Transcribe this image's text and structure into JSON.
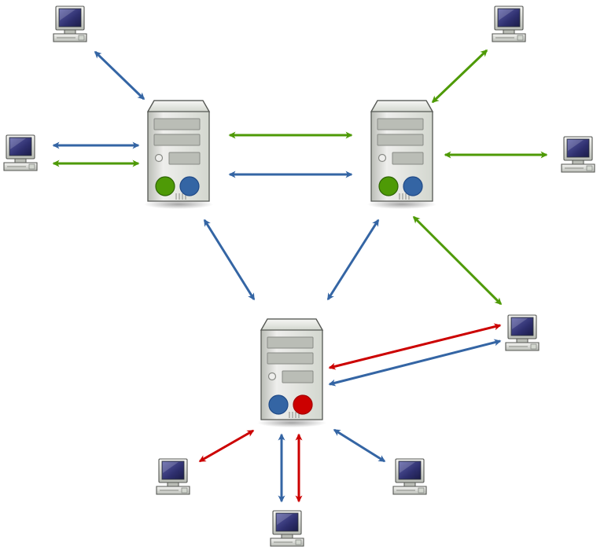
{
  "colors": {
    "blue_link": "#3465a4",
    "green_link": "#4e9a06",
    "red_link": "#cc0000",
    "background": "#ffffff",
    "server_case": "#d3d7cf",
    "screen": "#2e2f6e"
  },
  "icons": {
    "server": "server-icon",
    "workstation": "computer-icon",
    "status_light_green": "green-status-light",
    "status_light_blue": "blue-status-light",
    "status_light_red": "red-status-light"
  },
  "servers": [
    {
      "id": "server-left",
      "lights": [
        "green",
        "blue"
      ]
    },
    {
      "id": "server-right",
      "lights": [
        "green",
        "blue"
      ]
    },
    {
      "id": "server-bottom",
      "lights": [
        "blue",
        "red"
      ]
    }
  ],
  "computers": [
    "computer-top-left",
    "computer-left",
    "computer-top-right",
    "computer-right",
    "computer-mid-right",
    "computer-bottom-left",
    "computer-bottom",
    "computer-bottom-right"
  ],
  "links": [
    {
      "from": "computer-top-left",
      "to": "server-left",
      "color": "blue"
    },
    {
      "from": "computer-left",
      "to": "server-left",
      "color": "blue"
    },
    {
      "from": "computer-left",
      "to": "server-left",
      "color": "green"
    },
    {
      "from": "server-left",
      "to": "server-right",
      "color": "green"
    },
    {
      "from": "server-left",
      "to": "server-right",
      "color": "blue"
    },
    {
      "from": "computer-top-right",
      "to": "server-right",
      "color": "green"
    },
    {
      "from": "computer-right",
      "to": "server-right",
      "color": "green"
    },
    {
      "from": "server-left",
      "to": "server-bottom",
      "color": "blue"
    },
    {
      "from": "server-right",
      "to": "server-bottom",
      "color": "blue"
    },
    {
      "from": "server-right",
      "to": "computer-mid-right",
      "color": "green"
    },
    {
      "from": "computer-mid-right",
      "to": "server-bottom",
      "color": "red"
    },
    {
      "from": "computer-mid-right",
      "to": "server-bottom",
      "color": "blue"
    },
    {
      "from": "server-bottom",
      "to": "computer-bottom-left",
      "color": "red"
    },
    {
      "from": "server-bottom",
      "to": "computer-bottom",
      "color": "blue"
    },
    {
      "from": "server-bottom",
      "to": "computer-bottom",
      "color": "red"
    },
    {
      "from": "server-bottom",
      "to": "computer-bottom-right",
      "color": "blue"
    }
  ]
}
